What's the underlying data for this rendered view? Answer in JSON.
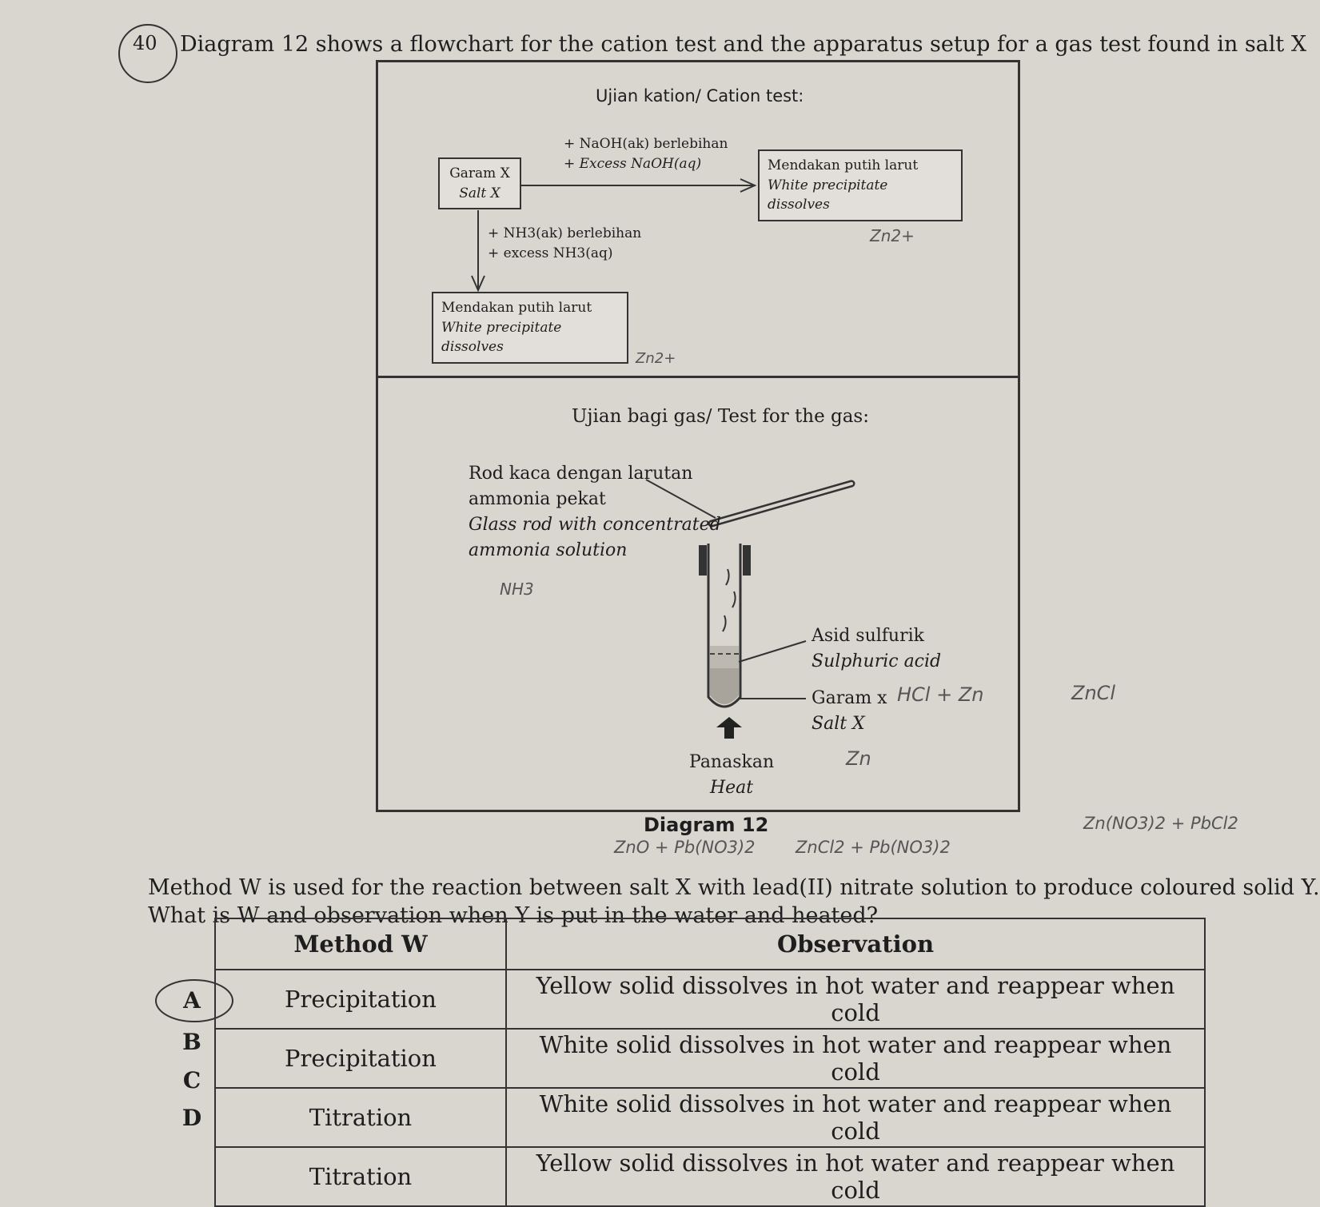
{
  "question": {
    "number": "40",
    "text": "Diagram 12 shows a flowchart for the cation test and the apparatus setup for a gas test found in salt X"
  },
  "cation_test": {
    "title": "Ujian kation/ Cation test:",
    "start_box": [
      "Garam X",
      "Salt X"
    ],
    "naoh_label": [
      "+ NaOH(ak) berlebihan",
      "+ Excess NaOH(aq)"
    ],
    "naoh_result": [
      "Mendakan putih larut",
      "White precipitate dissolves"
    ],
    "nh3_label": [
      "+ NH3(ak) berlebihan",
      "+ excess NH3(aq)"
    ],
    "nh3_result": [
      "Mendakan putih larut",
      "White precipitate dissolves"
    ]
  },
  "gas_test": {
    "title": "Ujian bagi gas/ Test for the gas:",
    "rod_label": [
      "Rod kaca dengan larutan",
      "ammonia pekat",
      "Glass rod with concentrated",
      "ammonia solution"
    ],
    "acid_label": [
      "Asid sulfurik",
      "Sulphuric acid"
    ],
    "salt_label": [
      "Garam x",
      "Salt X"
    ],
    "heat_label": [
      "Panaskan",
      "Heat"
    ]
  },
  "diagram_caption": "Diagram 12",
  "stem": [
    "Method W is used for the reaction between salt X with lead(II) nitrate solution to produce coloured solid Y.",
    "What is W and observation when Y is put in the water and heated?"
  ],
  "table": {
    "headers": [
      "Method W",
      "Observation"
    ],
    "rows": [
      {
        "letter": "A",
        "method": "Precipitation",
        "observation": "Yellow solid dissolves in hot water and reappear when cold"
      },
      {
        "letter": "B",
        "method": "Precipitation",
        "observation": "White solid dissolves in hot water and reappear when cold"
      },
      {
        "letter": "C",
        "method": "Titration",
        "observation": "White solid dissolves in hot water and reappear when cold"
      },
      {
        "letter": "D",
        "method": "Titration",
        "observation": "Yellow solid dissolves in hot water and reappear when cold"
      }
    ]
  },
  "handwriting": [
    "Zn2+",
    "Zn2+",
    "NH3",
    "HCl + Zn",
    "ZnCl",
    "Zn",
    "ZnO + Pb(NO3)2",
    "ZnCl2 + Pb(NO3)2",
    "Zn(NO3)2 + PbCl2"
  ]
}
